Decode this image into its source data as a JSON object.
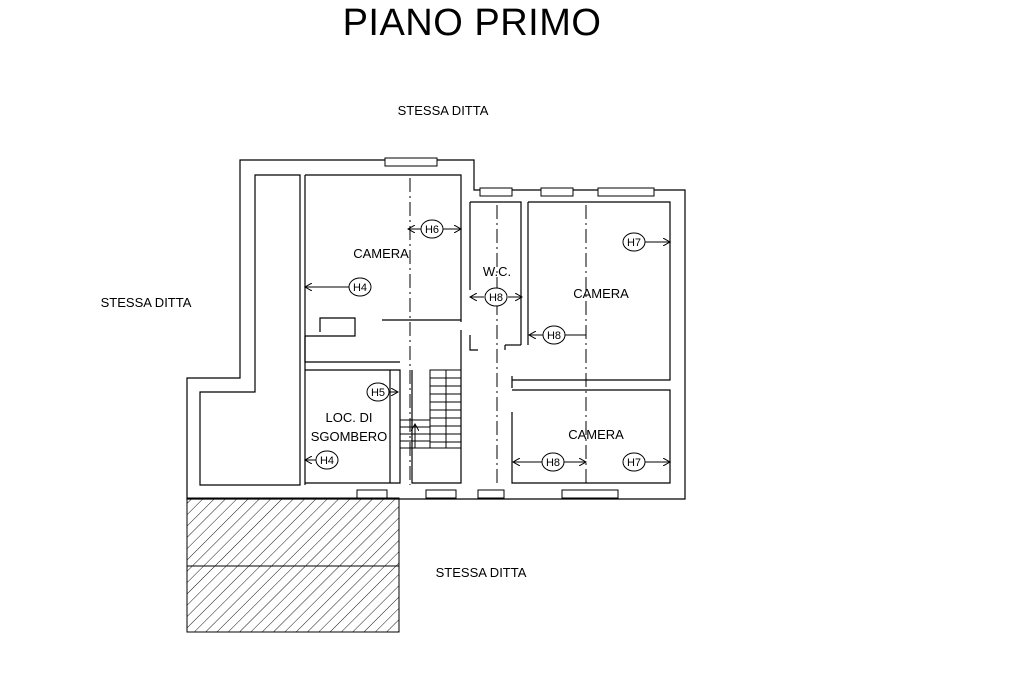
{
  "title": "PIANO PRIMO",
  "neighbors": {
    "top": "STESSA DITTA",
    "left": "STESSA DITTA",
    "bottom": "STESSA DITTA"
  },
  "rooms": {
    "camera_nw": "CAMERA",
    "wc": "W.C.",
    "camera_east": "CAMERA",
    "storage_line1": "LOC. DI",
    "storage_line2": "SGOMBERO",
    "camera_se": "CAMERA"
  },
  "height_markers": {
    "h6": "H6",
    "h4_camera": "H4",
    "h8_wc": "H8",
    "h7_top": "H7",
    "h8_camera": "H8",
    "h5": "H5",
    "h4_storage": "H4",
    "h8_se": "H8",
    "h7_se": "H7"
  }
}
